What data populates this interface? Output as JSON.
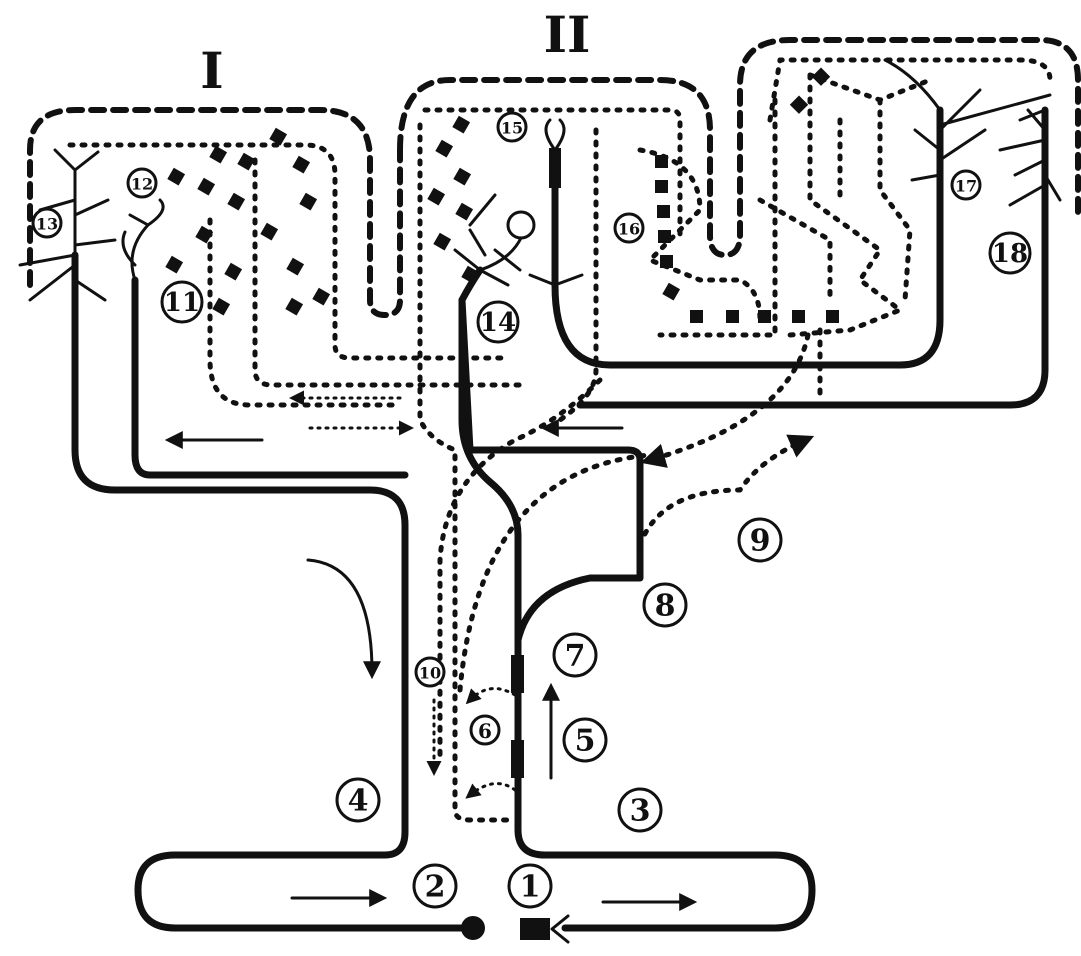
{
  "regions": {
    "left_label": "I",
    "right_label": "II"
  },
  "markers": [
    {
      "key": "m1",
      "label": "1"
    },
    {
      "key": "m2",
      "label": "2"
    },
    {
      "key": "m3",
      "label": "3"
    },
    {
      "key": "m4",
      "label": "4"
    },
    {
      "key": "m5",
      "label": "5"
    },
    {
      "key": "m6",
      "label": "6"
    },
    {
      "key": "m7",
      "label": "7"
    },
    {
      "key": "m8",
      "label": "8"
    },
    {
      "key": "m9",
      "label": "9"
    },
    {
      "key": "m10",
      "label": "10"
    },
    {
      "key": "m11",
      "label": "11"
    },
    {
      "key": "m12",
      "label": "12"
    },
    {
      "key": "m13",
      "label": "13"
    },
    {
      "key": "m14",
      "label": "14"
    },
    {
      "key": "m15",
      "label": "15"
    },
    {
      "key": "m16",
      "label": "16"
    },
    {
      "key": "m17",
      "label": "17"
    },
    {
      "key": "m18",
      "label": "18"
    }
  ],
  "colors": {
    "ink": "#111111",
    "background": "#ffffff"
  }
}
